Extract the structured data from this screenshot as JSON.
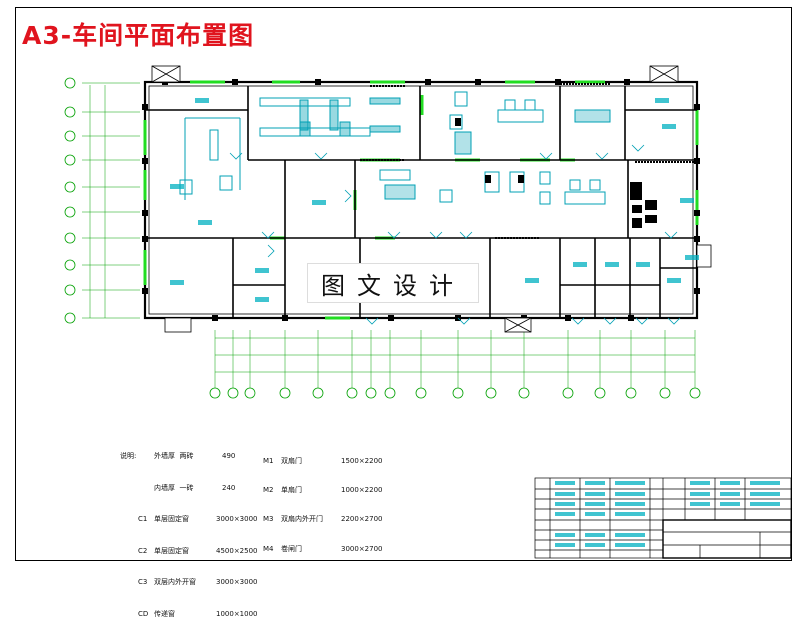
{
  "drawing": {
    "title": "A3-车间平面布置图",
    "watermark": "图文设计"
  },
  "notes": {
    "label": "说明:",
    "rows": [
      {
        "code": "",
        "name": "外墙厚  两砖",
        "value": "490"
      },
      {
        "code": "",
        "name": "内墙厚  一砖",
        "value": "240"
      },
      {
        "code": "C1",
        "name": "单层固定窗",
        "value": "3000×3000"
      },
      {
        "code": "C2",
        "name": "单层固定窗",
        "value": "4500×2500"
      },
      {
        "code": "C3",
        "name": "双层内外开窗",
        "value": "3000×3000"
      },
      {
        "code": "CD",
        "name": "传递窗",
        "value": "1000×1000"
      }
    ]
  },
  "doors": {
    "rows": [
      {
        "code": "M1",
        "name": "双扇门",
        "value": "1500×2200"
      },
      {
        "code": "M2",
        "name": "单扇门",
        "value": "1000×2200"
      },
      {
        "code": "M3",
        "name": "双扇内外开门",
        "value": "2200×2700"
      },
      {
        "code": "M4",
        "name": "卷闸门",
        "value": "3000×2700"
      }
    ]
  },
  "colors": {
    "wall": "#000000",
    "equipment": "#00a0b4",
    "window": "#22dd22",
    "title": "#e0141e",
    "label": "#00b0c0"
  }
}
